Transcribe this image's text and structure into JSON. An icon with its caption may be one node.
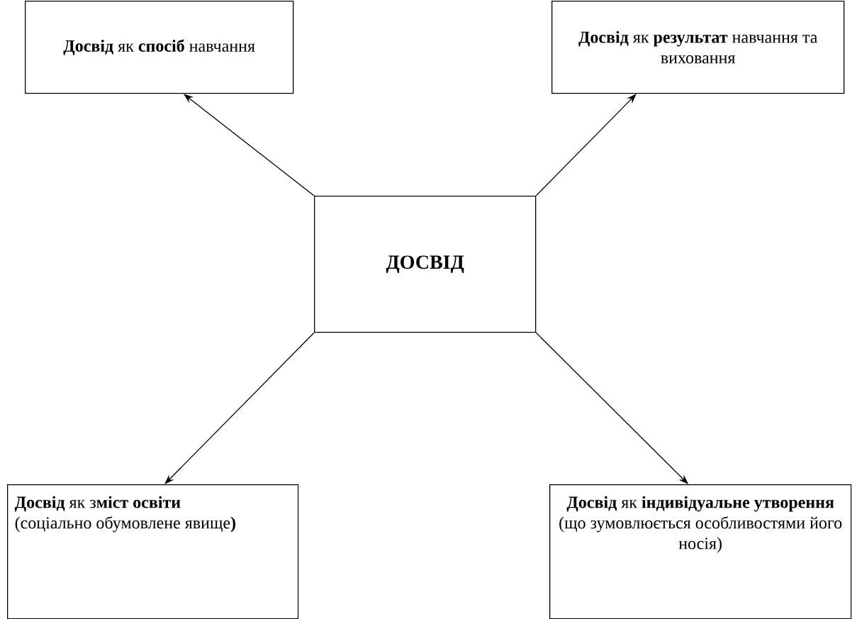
{
  "diagram": {
    "nodes": [
      {
        "text": [
          "**Досвід** як **спосіб** навчання"
        ]
      },
      {
        "text": [
          "**Досвід** як **результат** навчання та виховання"
        ]
      },
      {
        "text": [
          "ДОСВІД"
        ]
      },
      {
        "text": [
          "**Досвід** як з**міст освіти**",
          "(соціально обумовлене явище**)**"
        ]
      },
      {
        "text": [
          "**Досвід** як **індивідуальне утворення**",
          "(що зумовлюється особливостями його носія)"
        ]
      }
    ],
    "edges": [
      {
        "from": 2,
        "to": 0,
        "arrow": "to"
      },
      {
        "from": 2,
        "to": 1,
        "arrow": "to"
      },
      {
        "from": 2,
        "to": 3,
        "arrow": "to"
      },
      {
        "from": 2,
        "to": 4,
        "arrow": "to"
      }
    ]
  }
}
